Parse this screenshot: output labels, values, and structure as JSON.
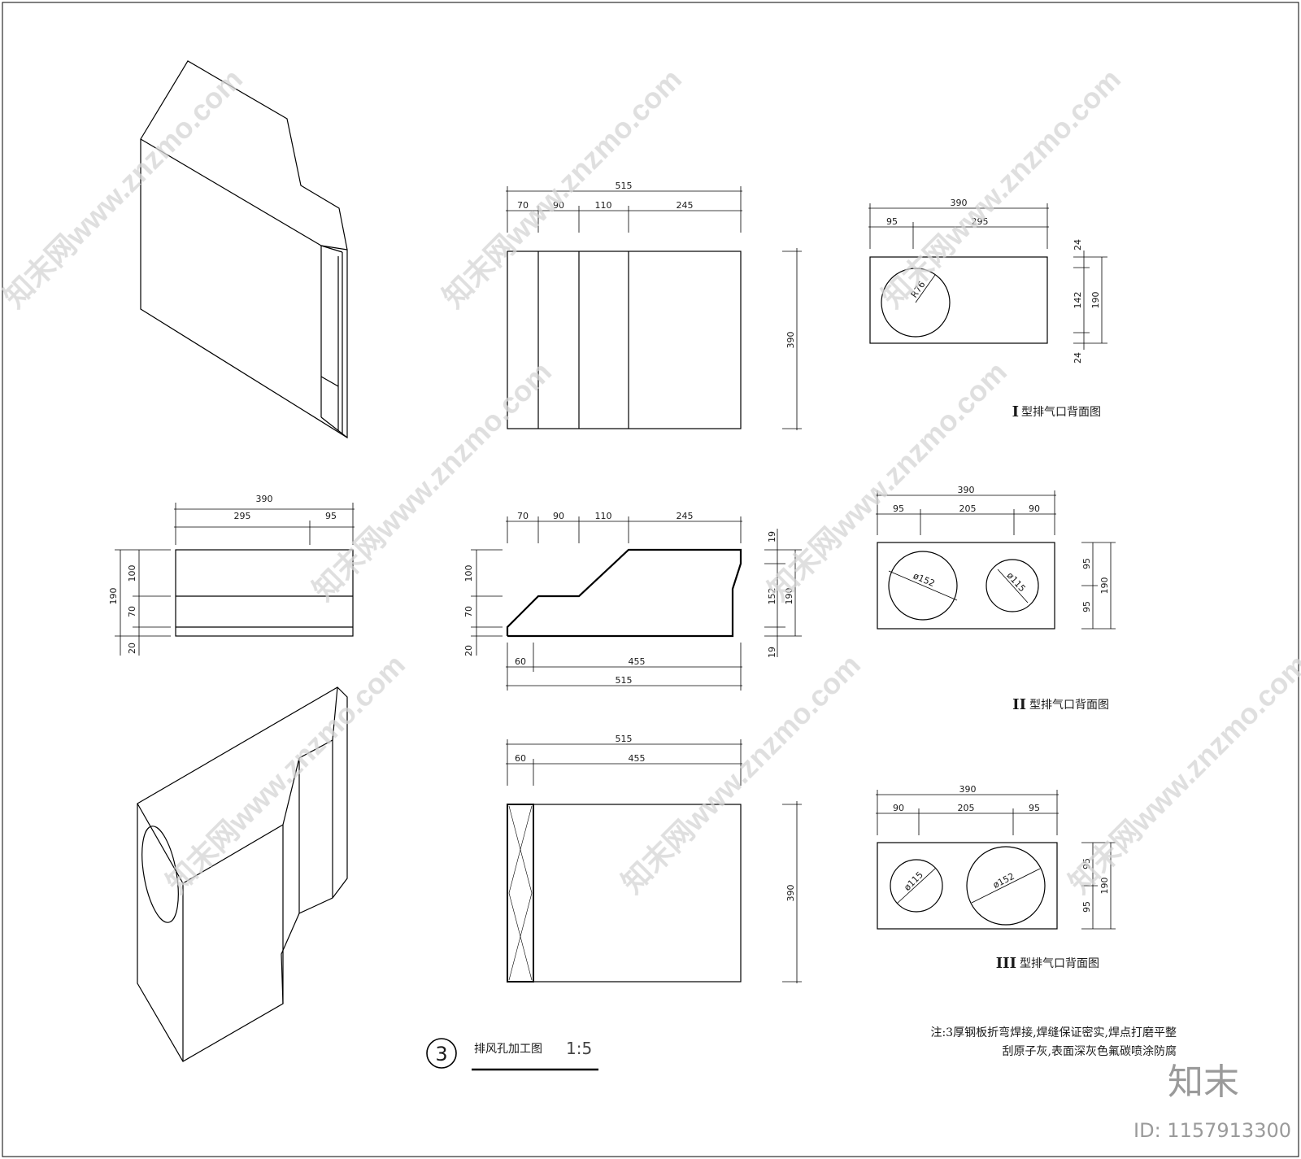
{
  "dims": {
    "d515": "515",
    "d70": "70",
    "d90": "90",
    "d110": "110",
    "d245": "245",
    "d390": "390",
    "d295": "295",
    "d95": "95",
    "d100": "100",
    "d190": "190",
    "d20": "20",
    "d60": "60",
    "d455": "455",
    "d19": "19",
    "d152": "152",
    "d24": "24",
    "d142": "142",
    "d205": "205",
    "r76": "R76",
    "phi152": "ø152",
    "phi115": "ø115"
  },
  "captions": {
    "type1_num": "I",
    "type1": "型排气口背面图",
    "type2_num": "II",
    "type2": "型排气口背面图",
    "type3_num": "III",
    "type3": "型排气口背面图"
  },
  "title": {
    "number": "3",
    "name": "排风孔加工图",
    "scale": "1:5"
  },
  "note": {
    "line1": "注:3厚钢板折弯焊接,焊缝保证密实,焊点打磨平整",
    "line2": "刮原子灰,表面深灰色氟碳喷涂防腐"
  },
  "watermark": {
    "text": "知末网www.znzmo.com",
    "brand": "知末",
    "id": "ID: 1157913300"
  }
}
